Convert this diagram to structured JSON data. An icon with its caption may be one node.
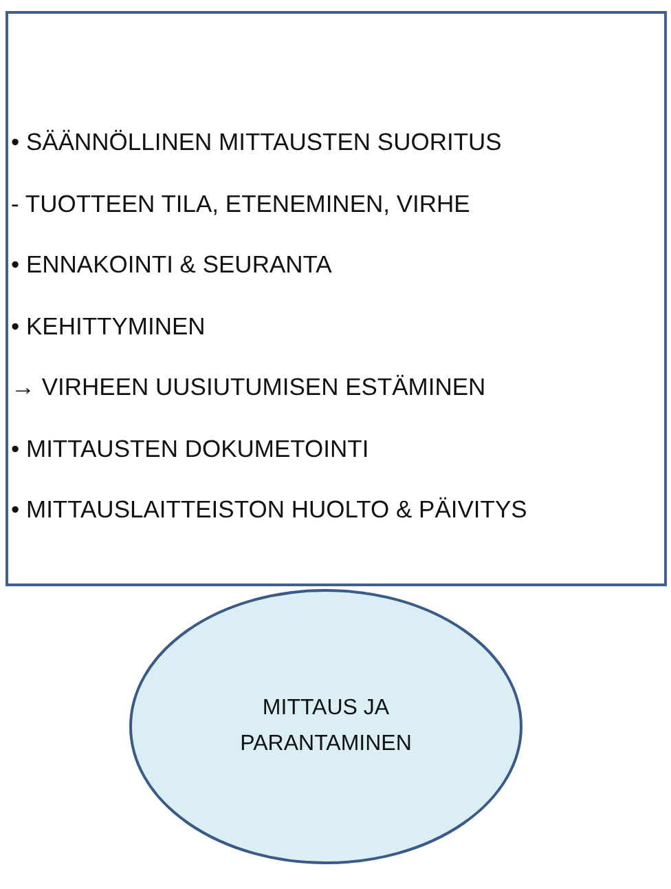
{
  "diagram": {
    "nodes": [
      {
        "text": [
          "• SÄÄNNÖLLINEN MITTAUSTEN SUORITUS",
          "- TUOTTEEN TILA, ETENEMINEN, VIRHE",
          "• ENNAKOINTI & SEURANTA",
          "• KEHITTYMINEN",
          "→ VIRHEEN UUSIUTUMISEN ESTÄMINEN",
          "• MITTAUSTEN DOKUMETOINTI",
          "• MITTAUSLAITTEISTON HUOLTO & PÄIVITYS"
        ]
      },
      {
        "text": [
          "MITTAUS JA PARANTAMINEN"
        ]
      }
    ]
  }
}
